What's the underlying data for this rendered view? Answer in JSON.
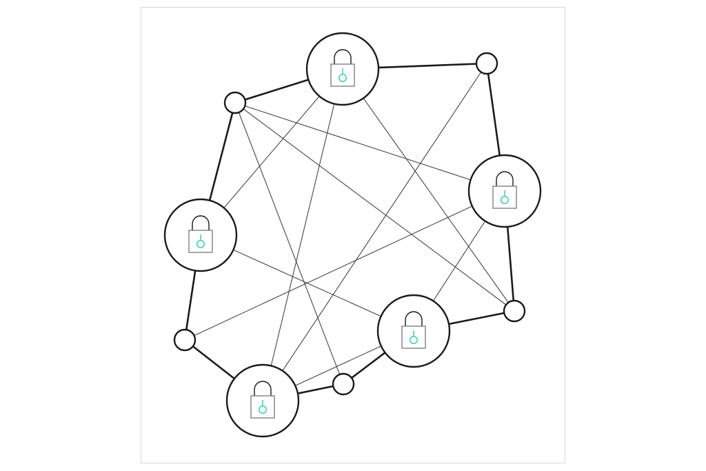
{
  "diagram": {
    "type": "network",
    "colors": {
      "stroke": "#1a1a1a",
      "thin_edge": "#444444",
      "lock_body": "#777777",
      "keyhole": "#3ccfb0",
      "fill": "#ffffff",
      "frame_border": "#d9d9d9"
    },
    "icons": {
      "lock_node": "padlock-icon",
      "plain_node": "empty-circle"
    },
    "nodes": [
      {
        "id": "L1",
        "kind": "lock"
      },
      {
        "id": "L2",
        "kind": "lock"
      },
      {
        "id": "L3",
        "kind": "lock"
      },
      {
        "id": "L4",
        "kind": "lock"
      },
      {
        "id": "L5",
        "kind": "lock"
      },
      {
        "id": "S1",
        "kind": "small"
      },
      {
        "id": "S2",
        "kind": "small"
      },
      {
        "id": "S3",
        "kind": "small"
      },
      {
        "id": "S4",
        "kind": "small"
      },
      {
        "id": "S5",
        "kind": "small"
      }
    ],
    "perimeter_edges": [
      [
        "S1",
        "L1"
      ],
      [
        "L1",
        "S2"
      ],
      [
        "S2",
        "L2"
      ],
      [
        "L2",
        "S5"
      ],
      [
        "S5",
        "L4"
      ],
      [
        "L4",
        "S4"
      ],
      [
        "S4",
        "L5"
      ],
      [
        "L5",
        "S3"
      ],
      [
        "S3",
        "L3"
      ],
      [
        "L3",
        "S1"
      ]
    ],
    "cross_edges": [
      [
        "S1",
        "L2"
      ],
      [
        "S1",
        "S5"
      ],
      [
        "S1",
        "S4"
      ],
      [
        "L1",
        "L3"
      ],
      [
        "L1",
        "L5"
      ],
      [
        "L1",
        "S5"
      ],
      [
        "S2",
        "L5"
      ],
      [
        "L2",
        "S3"
      ],
      [
        "L2",
        "L4"
      ],
      [
        "L3",
        "L4"
      ],
      [
        "L5",
        "L4"
      ]
    ]
  }
}
